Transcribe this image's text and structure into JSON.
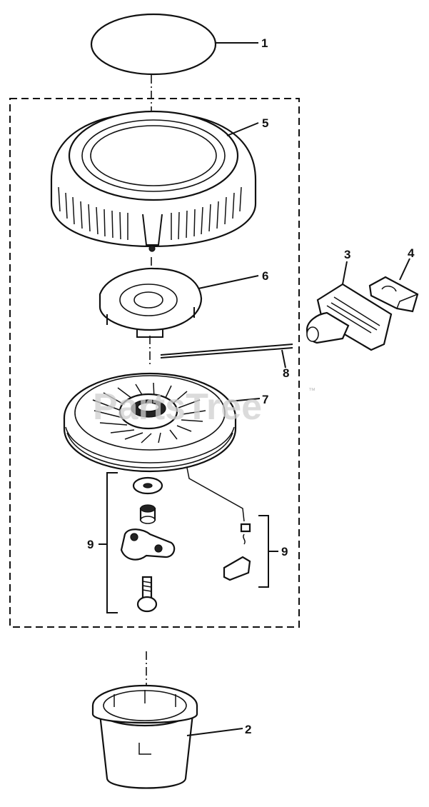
{
  "watermark": "PartsTree",
  "watermark_tm": "™",
  "callouts": [
    {
      "id": "1",
      "label": "1"
    },
    {
      "id": "2",
      "label": "2"
    },
    {
      "id": "3",
      "label": "3"
    },
    {
      "id": "4",
      "label": "4"
    },
    {
      "id": "5",
      "label": "5"
    },
    {
      "id": "6",
      "label": "6"
    },
    {
      "id": "7",
      "label": "7"
    },
    {
      "id": "8",
      "label": "8"
    },
    {
      "id": "9a",
      "label": "9"
    },
    {
      "id": "9b",
      "label": "9"
    }
  ]
}
